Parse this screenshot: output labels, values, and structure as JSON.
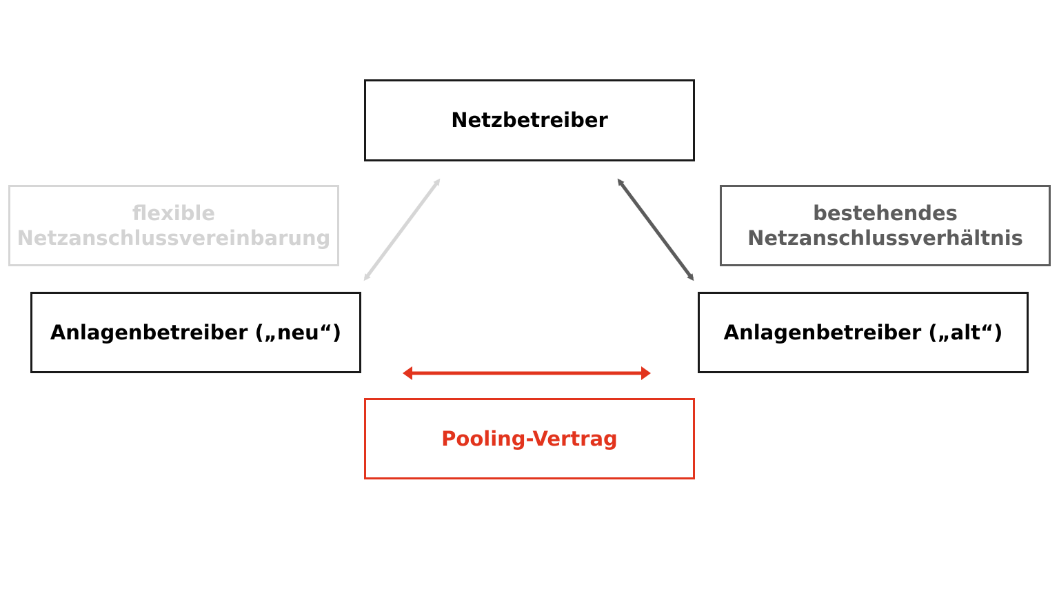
{
  "nodes": {
    "netzbetreiber": "Netzbetreiber",
    "anlagenbetreiber_neu": "Anlagenbetreiber („neu“)",
    "anlagenbetreiber_alt": "Anlagenbetreiber („alt“)",
    "pooling_vertrag": "Pooling-Vertrag",
    "flexible_vereinbarung": {
      "line1": "flexible",
      "line2": "Netzanschlussvereinbarung"
    },
    "bestehendes_verhaeltnis": {
      "line1": "bestehendes",
      "line2": "Netzanschlussverhältnis"
    }
  },
  "colors": {
    "main_border": "#1a1a1a",
    "accent_red": "#e2341d",
    "light_gray": "#d6d6d6",
    "dark_gray": "#5c5c5c"
  },
  "connections": [
    {
      "from": "netzbetreiber",
      "to": "anlagenbetreiber_neu",
      "style": "light-gray",
      "bidirectional": true
    },
    {
      "from": "netzbetreiber",
      "to": "anlagenbetreiber_alt",
      "style": "dark-gray",
      "bidirectional": true
    },
    {
      "from": "anlagenbetreiber_neu",
      "to": "anlagenbetreiber_alt",
      "style": "red",
      "bidirectional": true
    }
  ]
}
